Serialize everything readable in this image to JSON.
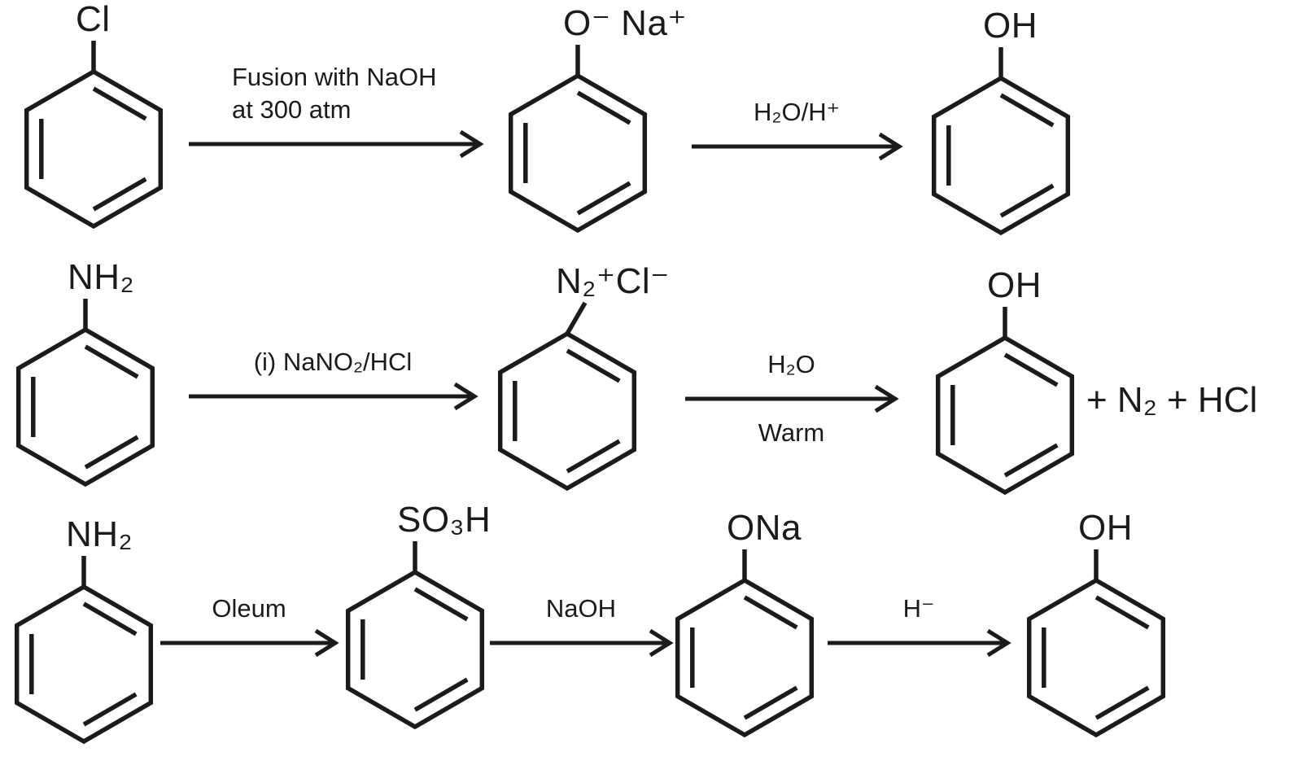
{
  "rows": [
    {
      "molecules": [
        {
          "substituent": "Cl"
        },
        {
          "substituent": "O⁻ Na⁺"
        },
        {
          "substituent": "OH"
        }
      ],
      "arrows": [
        {
          "above": [
            "Fusion with NaOH",
            "at 300 atm"
          ]
        },
        {
          "above": [
            "H₂O/H⁺"
          ]
        }
      ]
    },
    {
      "molecules": [
        {
          "substituent": "NH₂"
        },
        {
          "substituent": "N₂⁺Cl⁻"
        },
        {
          "substituent": "OH"
        }
      ],
      "arrows": [
        {
          "above": [
            "(i) NaNO₂/HCl"
          ]
        },
        {
          "above": [
            "H₂O"
          ],
          "below": [
            "Warm"
          ]
        }
      ],
      "byproducts": "+ N₂ + HCl"
    },
    {
      "molecules": [
        {
          "substituent": "NH₂"
        },
        {
          "substituent": "SO₃H"
        },
        {
          "substituent": "ONa"
        },
        {
          "substituent": "OH"
        }
      ],
      "arrows": [
        {
          "above": [
            "Oleum"
          ]
        },
        {
          "above": [
            "NaOH"
          ]
        },
        {
          "above": [
            "H⁻"
          ]
        }
      ]
    }
  ],
  "colors": {
    "ink": "#1b1b1b",
    "background": "#ffffff"
  }
}
